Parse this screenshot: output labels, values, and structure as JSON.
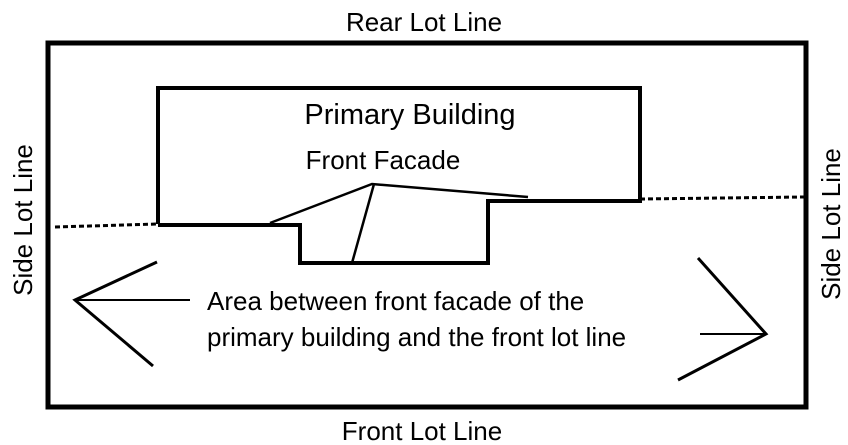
{
  "labels": {
    "rear_lot_line": "Rear Lot Line",
    "front_lot_line": "Front Lot Line",
    "side_lot_line_left": "Side Lot Line",
    "side_lot_line_right": "Side Lot Line",
    "primary_building": "Primary Building",
    "front_facade": "Front Facade",
    "area_line_1": "Area between front facade of the",
    "area_line_2": "primary building and the front lot line"
  },
  "colors": {
    "stroke": "#000000",
    "background": "#ffffff"
  }
}
